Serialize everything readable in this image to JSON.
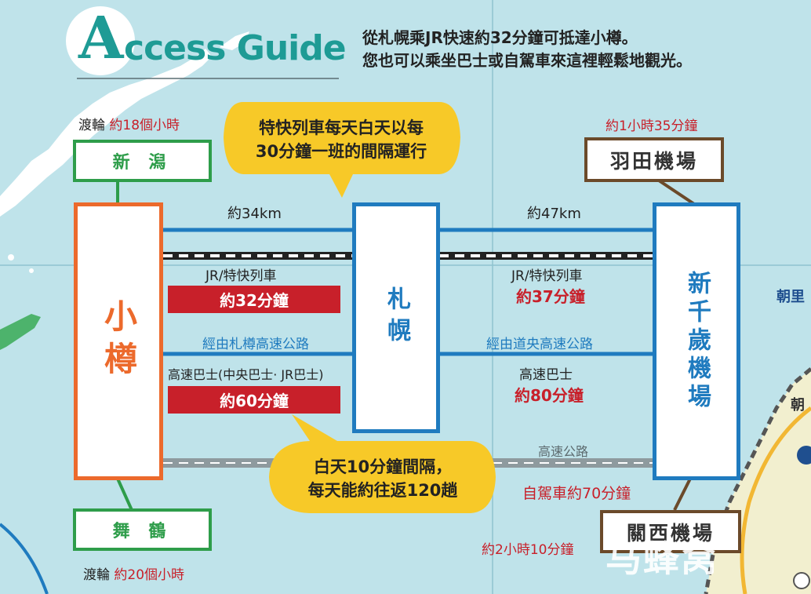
{
  "header": {
    "title_initial": "A",
    "title_rest": "ccess Guide",
    "intro_line1": "從札幌乘JR快速約32分鐘可抵達小樽。",
    "intro_line2": "您也可以乘坐巴士或自駕車來這裡輕鬆地觀光。"
  },
  "nodes": {
    "niigata": "新 潟",
    "maizuru": "舞 鶴",
    "otaru": "小樽",
    "sapporo": "札幌",
    "new_chitose": "新千歲機場",
    "haneda": "羽田機場",
    "kansai": "關西機場"
  },
  "ferry": {
    "niigata_mode": "渡輪",
    "niigata_time": "約18個小時",
    "maizuru_mode": "渡輪",
    "maizuru_time": "約20個小時"
  },
  "flights": {
    "haneda_time": "約1小時35分鐘",
    "kansai_time": "約2小時10分鐘"
  },
  "routes": {
    "otaru_sapporo_distance": "約34km",
    "sapporo_chitose_distance": "約47km",
    "otaru_sapporo_jr": "JR/特快列車",
    "otaru_sapporo_jr_time": "約32分鐘",
    "sapporo_chitose_jr": "JR/特快列車",
    "sapporo_chitose_jr_time": "約37分鐘",
    "otaru_sapporo_expressway": "經由札樽高速公路",
    "sapporo_chitose_expressway": "經由道央高速公路",
    "otaru_sapporo_bus": "高速巴士(中央巴士· JR巴士)",
    "otaru_sapporo_bus_time": "約60分鐘",
    "sapporo_chitose_bus": "高速巴士",
    "sapporo_chitose_bus_time": "約80分鐘",
    "highway": "高速公路",
    "drive_time": "自駕車約70分鐘"
  },
  "bubbles": {
    "train_line1": "特快列車每天白天以每",
    "train_line2": "30分鐘一班的間隔運行",
    "bus_line1": "白天10分鐘間隔，",
    "bus_line2": "每天能約往返120趟"
  },
  "map_labels": {
    "asahi1": "朝里",
    "asahi2": "朝"
  },
  "watermark": "马蜂窝",
  "colors": {
    "sea": "#bfe3ea",
    "teal": "#1e9b95",
    "orange": "#ec6a2c",
    "blue": "#1f7bbf",
    "green": "#2e9d4a",
    "brown": "#6b4a2a",
    "red": "#c8202a",
    "bubble": "#f7c928"
  }
}
